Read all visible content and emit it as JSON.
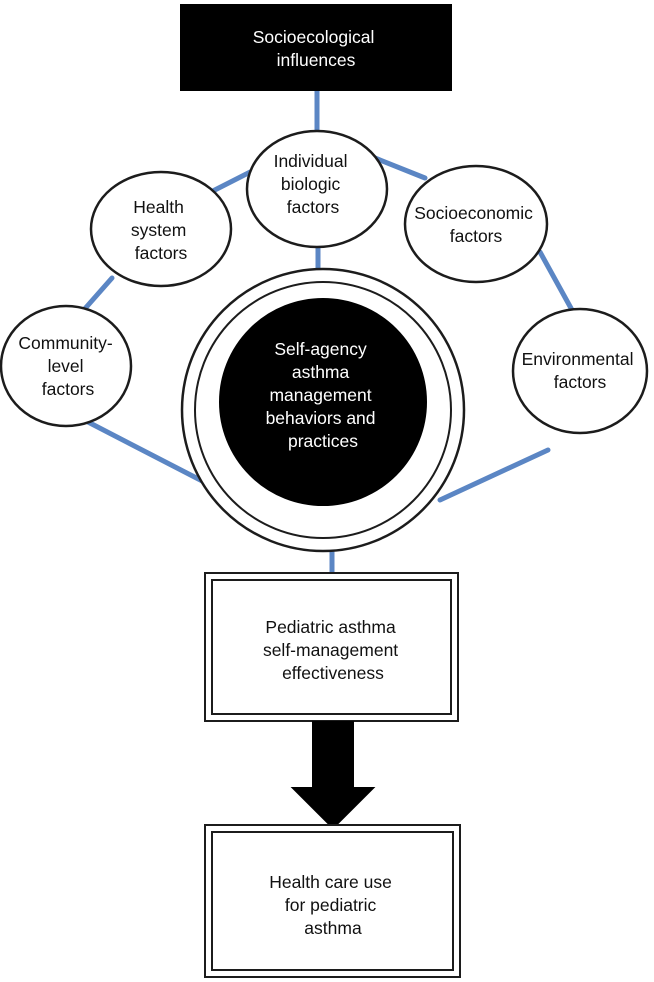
{
  "top_box": {
    "lines": [
      "Socioecological",
      "influences"
    ]
  },
  "factors": {
    "individual": {
      "lines": [
        "Individual",
        "biologic",
        "factors"
      ]
    },
    "health_system": {
      "lines": [
        "Health",
        "system",
        "factors"
      ]
    },
    "socioeconomic": {
      "lines": [
        "Socioeconomic",
        "factors"
      ]
    },
    "community": {
      "lines": [
        "Community-",
        "level",
        "factors"
      ]
    },
    "environmental": {
      "lines": [
        "Environmental",
        "factors"
      ]
    }
  },
  "center": {
    "lines": [
      "Self-agency",
      "asthma",
      "management",
      "behaviors and",
      "practices"
    ]
  },
  "effectiveness_box": {
    "lines": [
      "Pediatric asthma",
      "self-management",
      "effectiveness"
    ]
  },
  "outcome_box": {
    "lines": [
      "Health care use",
      "for pediatric",
      "asthma"
    ]
  },
  "colors": {
    "connector": "#5b86c4",
    "dark_fill": "#000000",
    "outline": "#1c1c1c",
    "arrow": "#000000"
  }
}
